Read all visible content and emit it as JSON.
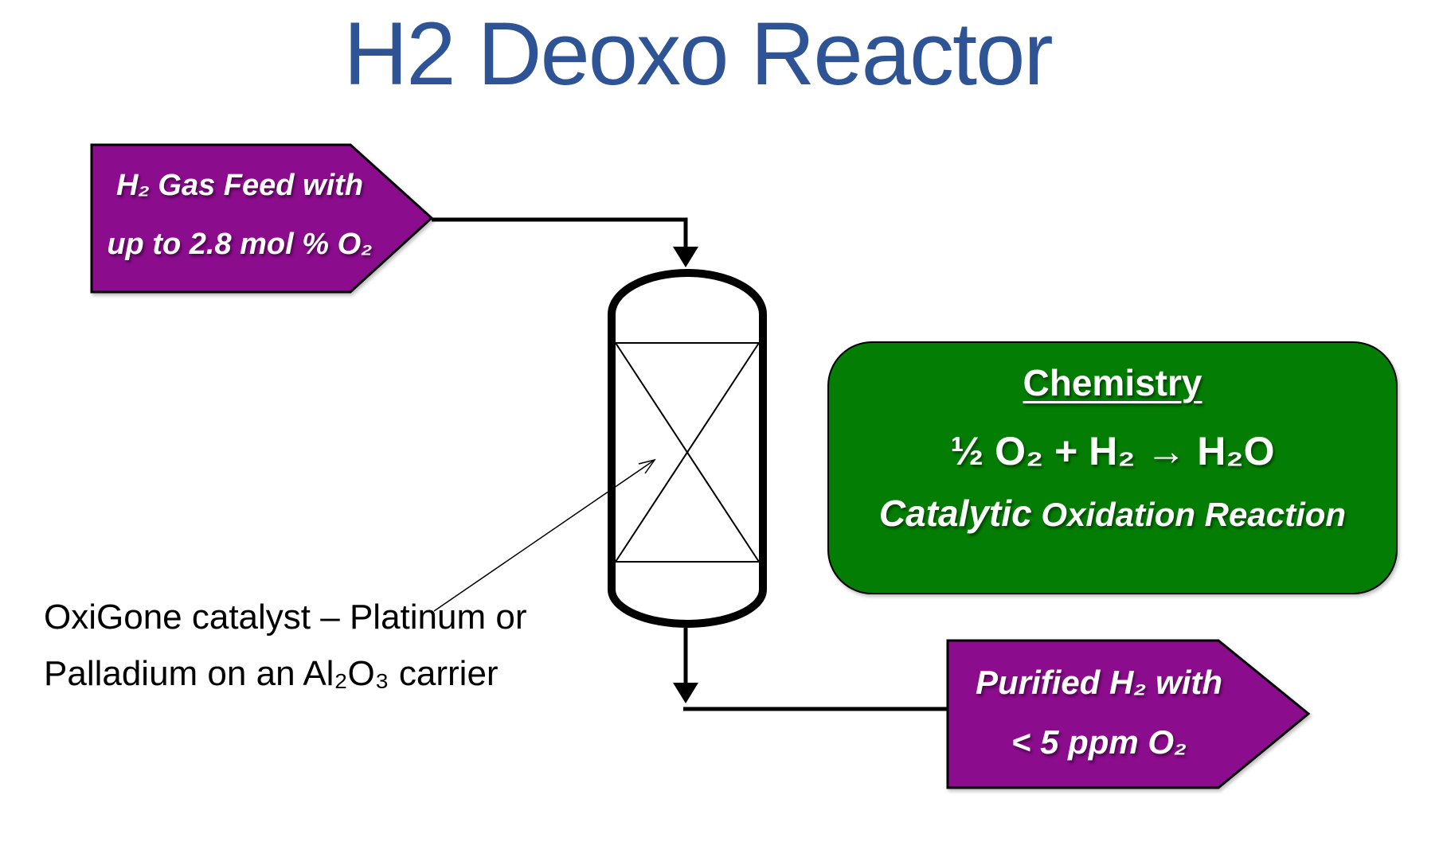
{
  "title": "H2 Deoxo Reactor",
  "colors": {
    "title_blue": "#2e5496",
    "arrow_purple": "#8b0c8d",
    "box_green": "#047d04"
  },
  "feed_arrow": {
    "line1": "H₂ Gas Feed with",
    "line2": "up to 2.8 mol % O₂"
  },
  "chemistry": {
    "heading": "Chemistry",
    "equation": "½ O₂ + H₂  →  H₂O",
    "catalytic": "Catalytic",
    "reaction_rest": " Oxidation Reaction"
  },
  "catalyst_note": {
    "line1": "OxiGone catalyst – Platinum or",
    "line2": "Palladium on an Al₂O₃ carrier"
  },
  "outlet_arrow": {
    "line1": "Purified H₂ with",
    "line2": "< 5 ppm O₂"
  }
}
